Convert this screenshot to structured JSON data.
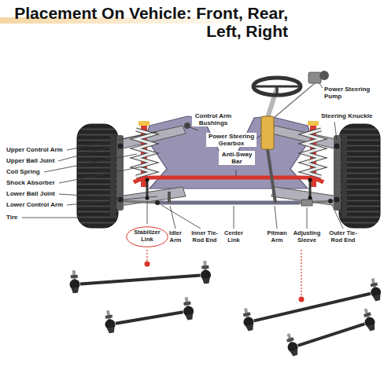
{
  "diagram": {
    "title": "Placement On Vehicle: Front, Rear, Left, Right",
    "nodes": [
      {
        "text": [
          "Stabilizer Link"
        ]
      }
    ],
    "labels": [
      "Upper Control Arm",
      "Upper Ball Joint",
      "Coil Spring",
      "Shock Absorber",
      "Lower Ball Joint",
      "Lower Control Arm",
      "Tire",
      "Control Arm Bushings",
      "Power Steering Gearbox",
      "Anti-Sway Bar",
      "Power Steering Pump",
      "Steering Knuckle",
      "Idler Arm",
      "Inner Tie-Rod End",
      "Center Link",
      "Pitman Arm",
      "Adjusting Sleeve",
      "Outer Tie-Rod End"
    ]
  }
}
